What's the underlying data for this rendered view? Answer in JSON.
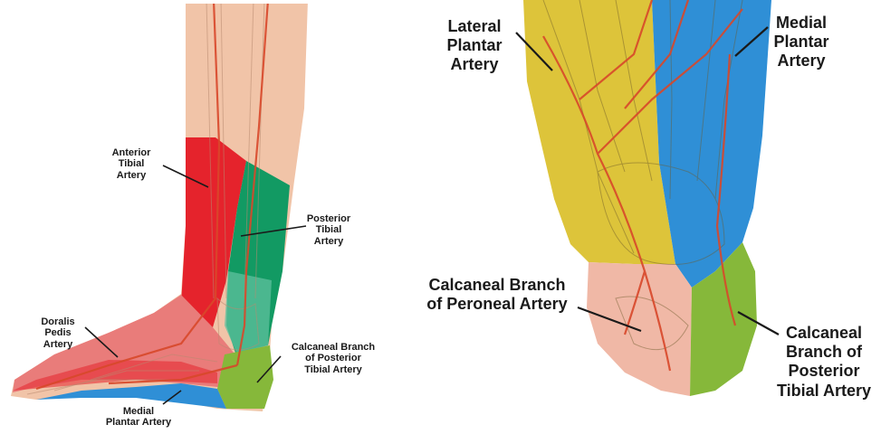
{
  "colors": {
    "anterior_tibial": "#e5232c",
    "posterior_tibial": "#129a63",
    "dorsalis_pedis_overlay": "#e97c7a",
    "medial_plantar": "#2f8fd6",
    "calcaneal_posterior_tibial": "#86b83a",
    "lateral_plantar": "#ddc43a",
    "calcaneal_peroneal": "#f0b8a6",
    "skin": "#f1c4a8",
    "artery": "#d8482a"
  },
  "side_view": {
    "labels": {
      "anterior_tibial": "Anterior\nTibial\nArtery",
      "posterior_tibial": "Posterior\nTibial\nArtery",
      "doralis_pedis": "Doralis\nPedis\nArtery",
      "calcaneal_posterior_tibial": "Calcaneal Branch\nof Posterior\nTibial Artery",
      "medial_plantar": "Medial\nPlantar Artery"
    }
  },
  "sole_view": {
    "labels": {
      "lateral_plantar": "Lateral\nPlantar\nArtery",
      "medial_plantar": "Medial\nPlantar\nArtery",
      "calcaneal_peroneal": "Calcaneal Branch\nof Peroneal Artery",
      "calcaneal_posterior_tibial": "Calcaneal\nBranch of\nPosterior\nTibial Artery"
    }
  }
}
